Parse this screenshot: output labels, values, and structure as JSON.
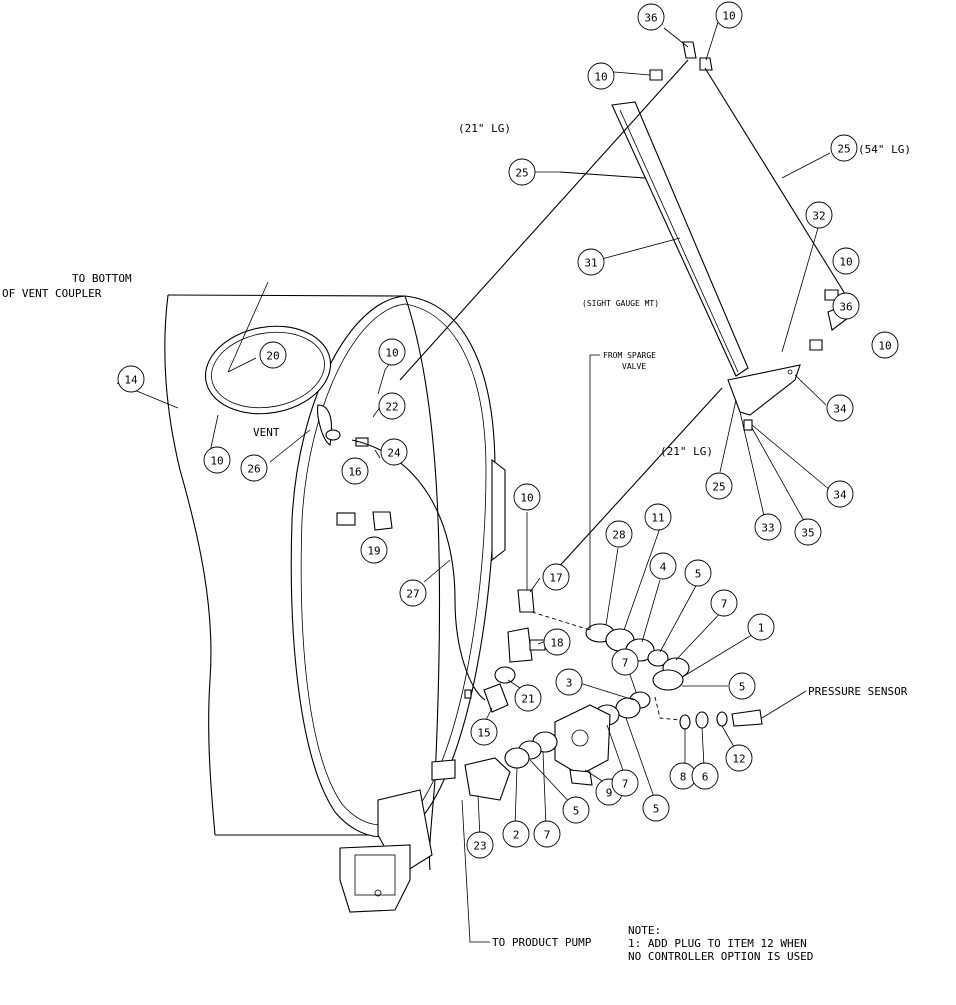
{
  "balloons": [
    "36",
    "10",
    "10",
    "25",
    "25",
    "32",
    "10",
    "36",
    "10",
    "31",
    "34",
    "34",
    "35",
    "33",
    "25",
    "10",
    "20",
    "22",
    "14",
    "10",
    "26",
    "16",
    "24",
    "19",
    "10",
    "17",
    "28",
    "11",
    "4",
    "5",
    "7",
    "1",
    "18",
    "7",
    "5",
    "3",
    "21",
    "27",
    "15",
    "8",
    "6",
    "12",
    "23",
    "2",
    "7",
    "5",
    "9",
    "7",
    "5"
  ],
  "labels": {
    "len21_top": "(21\" LG)",
    "len54": "(54\" LG)",
    "len21_low": "(21\" LG)",
    "to_bottom_1": "TO BOTTOM",
    "to_bottom_2": "OF VENT COUPLER",
    "vent": "VENT",
    "sight_gauge": "(SIGHT GAUGE MT)",
    "from_sparge_1": "FROM SPARGE",
    "from_sparge_2": "VALVE",
    "pressure_sensor": "PRESSURE SENSOR",
    "to_product_pump": "TO PRODUCT PUMP",
    "note_title": "NOTE:",
    "note_line1": "1: ADD PLUG TO ITEM 12 WHEN",
    "note_line2": "NO CONTROLLER OPTION IS USED"
  }
}
